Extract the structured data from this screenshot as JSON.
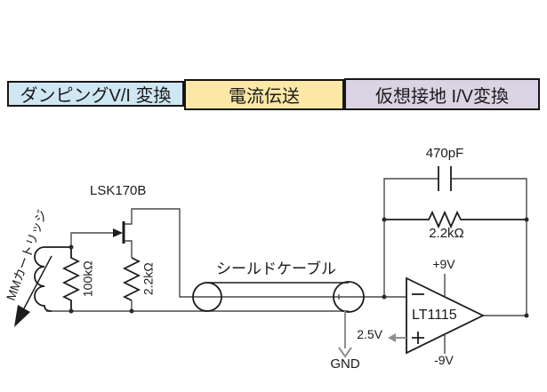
{
  "header": {
    "sections": [
      {
        "label": "ダンピングV/I 変換",
        "bg": "#cfe7f3"
      },
      {
        "label": "電流伝送",
        "bg": "#fbe8a6"
      },
      {
        "label": "仮想接地 I/V変換",
        "bg": "#d9d3e3"
      }
    ],
    "border_color": "#151515"
  },
  "schematic": {
    "source": {
      "cartridge_label": "MMカートリッジ"
    },
    "input_stage": {
      "jfet_label": "LSK170B",
      "gate_resistor": "100kΩ",
      "source_resistor": "2.2kΩ"
    },
    "cable": {
      "label": "シールドケーブル"
    },
    "amplifier": {
      "opamp": "LT1115",
      "feedback_capacitor": "470pF",
      "feedback_resistor": "2.2kΩ",
      "positive_supply": "+9V",
      "negative_supply": "-9V",
      "noninverting_ref": "2.5V",
      "ground_label": "GND",
      "inverting_sign": "−",
      "noninverting_sign": "+"
    },
    "colors": {
      "wire": "#4a4a4a",
      "component": "#1c1c1c",
      "annotation_gray": "#8f8f8f"
    }
  }
}
